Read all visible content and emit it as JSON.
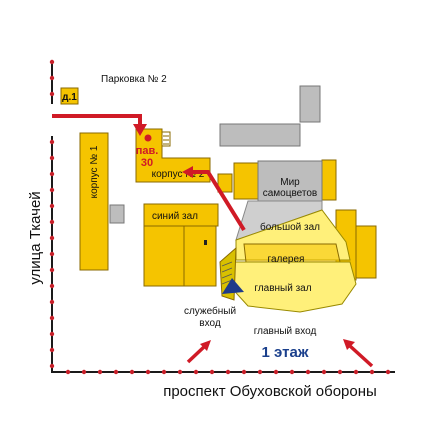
{
  "labels": {
    "parking": "Парковка № 2",
    "d1": "д.1",
    "pav_line1": "пав.",
    "pav_line2": "30",
    "korpus1": "корпус № 1",
    "korpus2": "корпус № 2",
    "mir_line1": "Мир",
    "mir_line2": "самоцветов",
    "siniy_zal": "синий зал",
    "bolshoy_zal": "большой зал",
    "galereya": "галерея",
    "glavny_zal": "главный зал",
    "service_line1": "служебный",
    "service_line2": "вход",
    "main_entrance": "главный вход",
    "floor": "1 этаж",
    "street_left": "улица Ткачей",
    "street_bottom": "проспект Обуховской обороны"
  },
  "colors": {
    "building": "#f5c400",
    "building_light": "#fff07a",
    "building_gray": "#bdbdbd",
    "route": "#d01a26",
    "floor_text": "#1a3f8c",
    "street_line": "#1a1a1a",
    "street_dot": "#c8202a"
  }
}
